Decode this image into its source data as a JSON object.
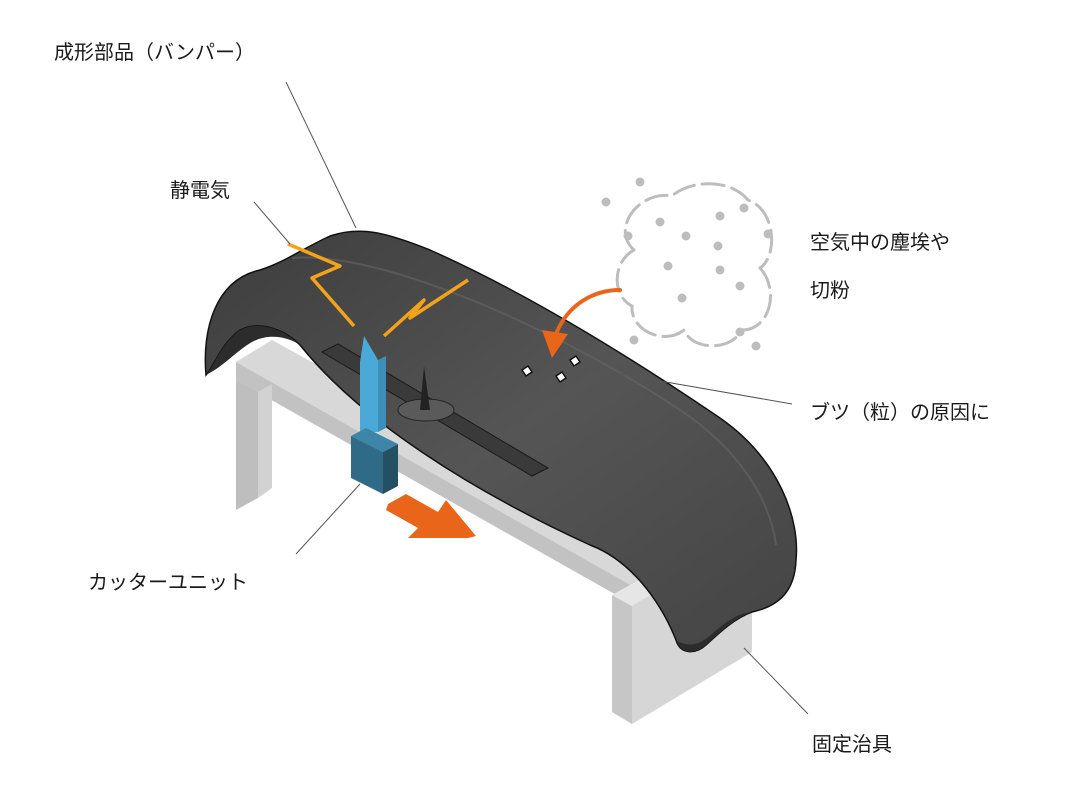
{
  "labels": {
    "molded_part": "成形部品（バンパー）",
    "static_electricity": "静電気",
    "dust_line1": "空気中の塵埃や",
    "dust_line2": "切粉",
    "bump_cause": "ブツ（粒）の原因に",
    "cutter_unit": "カッターユニット",
    "fixture": "固定治具"
  },
  "colors": {
    "bumper": "#4a4a4a",
    "bumper_edge": "#111111",
    "fixture_top": "#dadada",
    "fixture_side": "#c6c6c6",
    "fixture_face": "#b9b9b9",
    "cutter_blade": "#4aa9d6",
    "cutter_block": "#2f6b86",
    "spark": "#f2a21b",
    "arrow": "#e8651a",
    "dust": "#bdbdbd",
    "leader_line": "#555555"
  },
  "icons": [
    "static-spark-icon",
    "dust-cloud-icon",
    "motion-arrow-icon",
    "curved-arrow-icon"
  ]
}
